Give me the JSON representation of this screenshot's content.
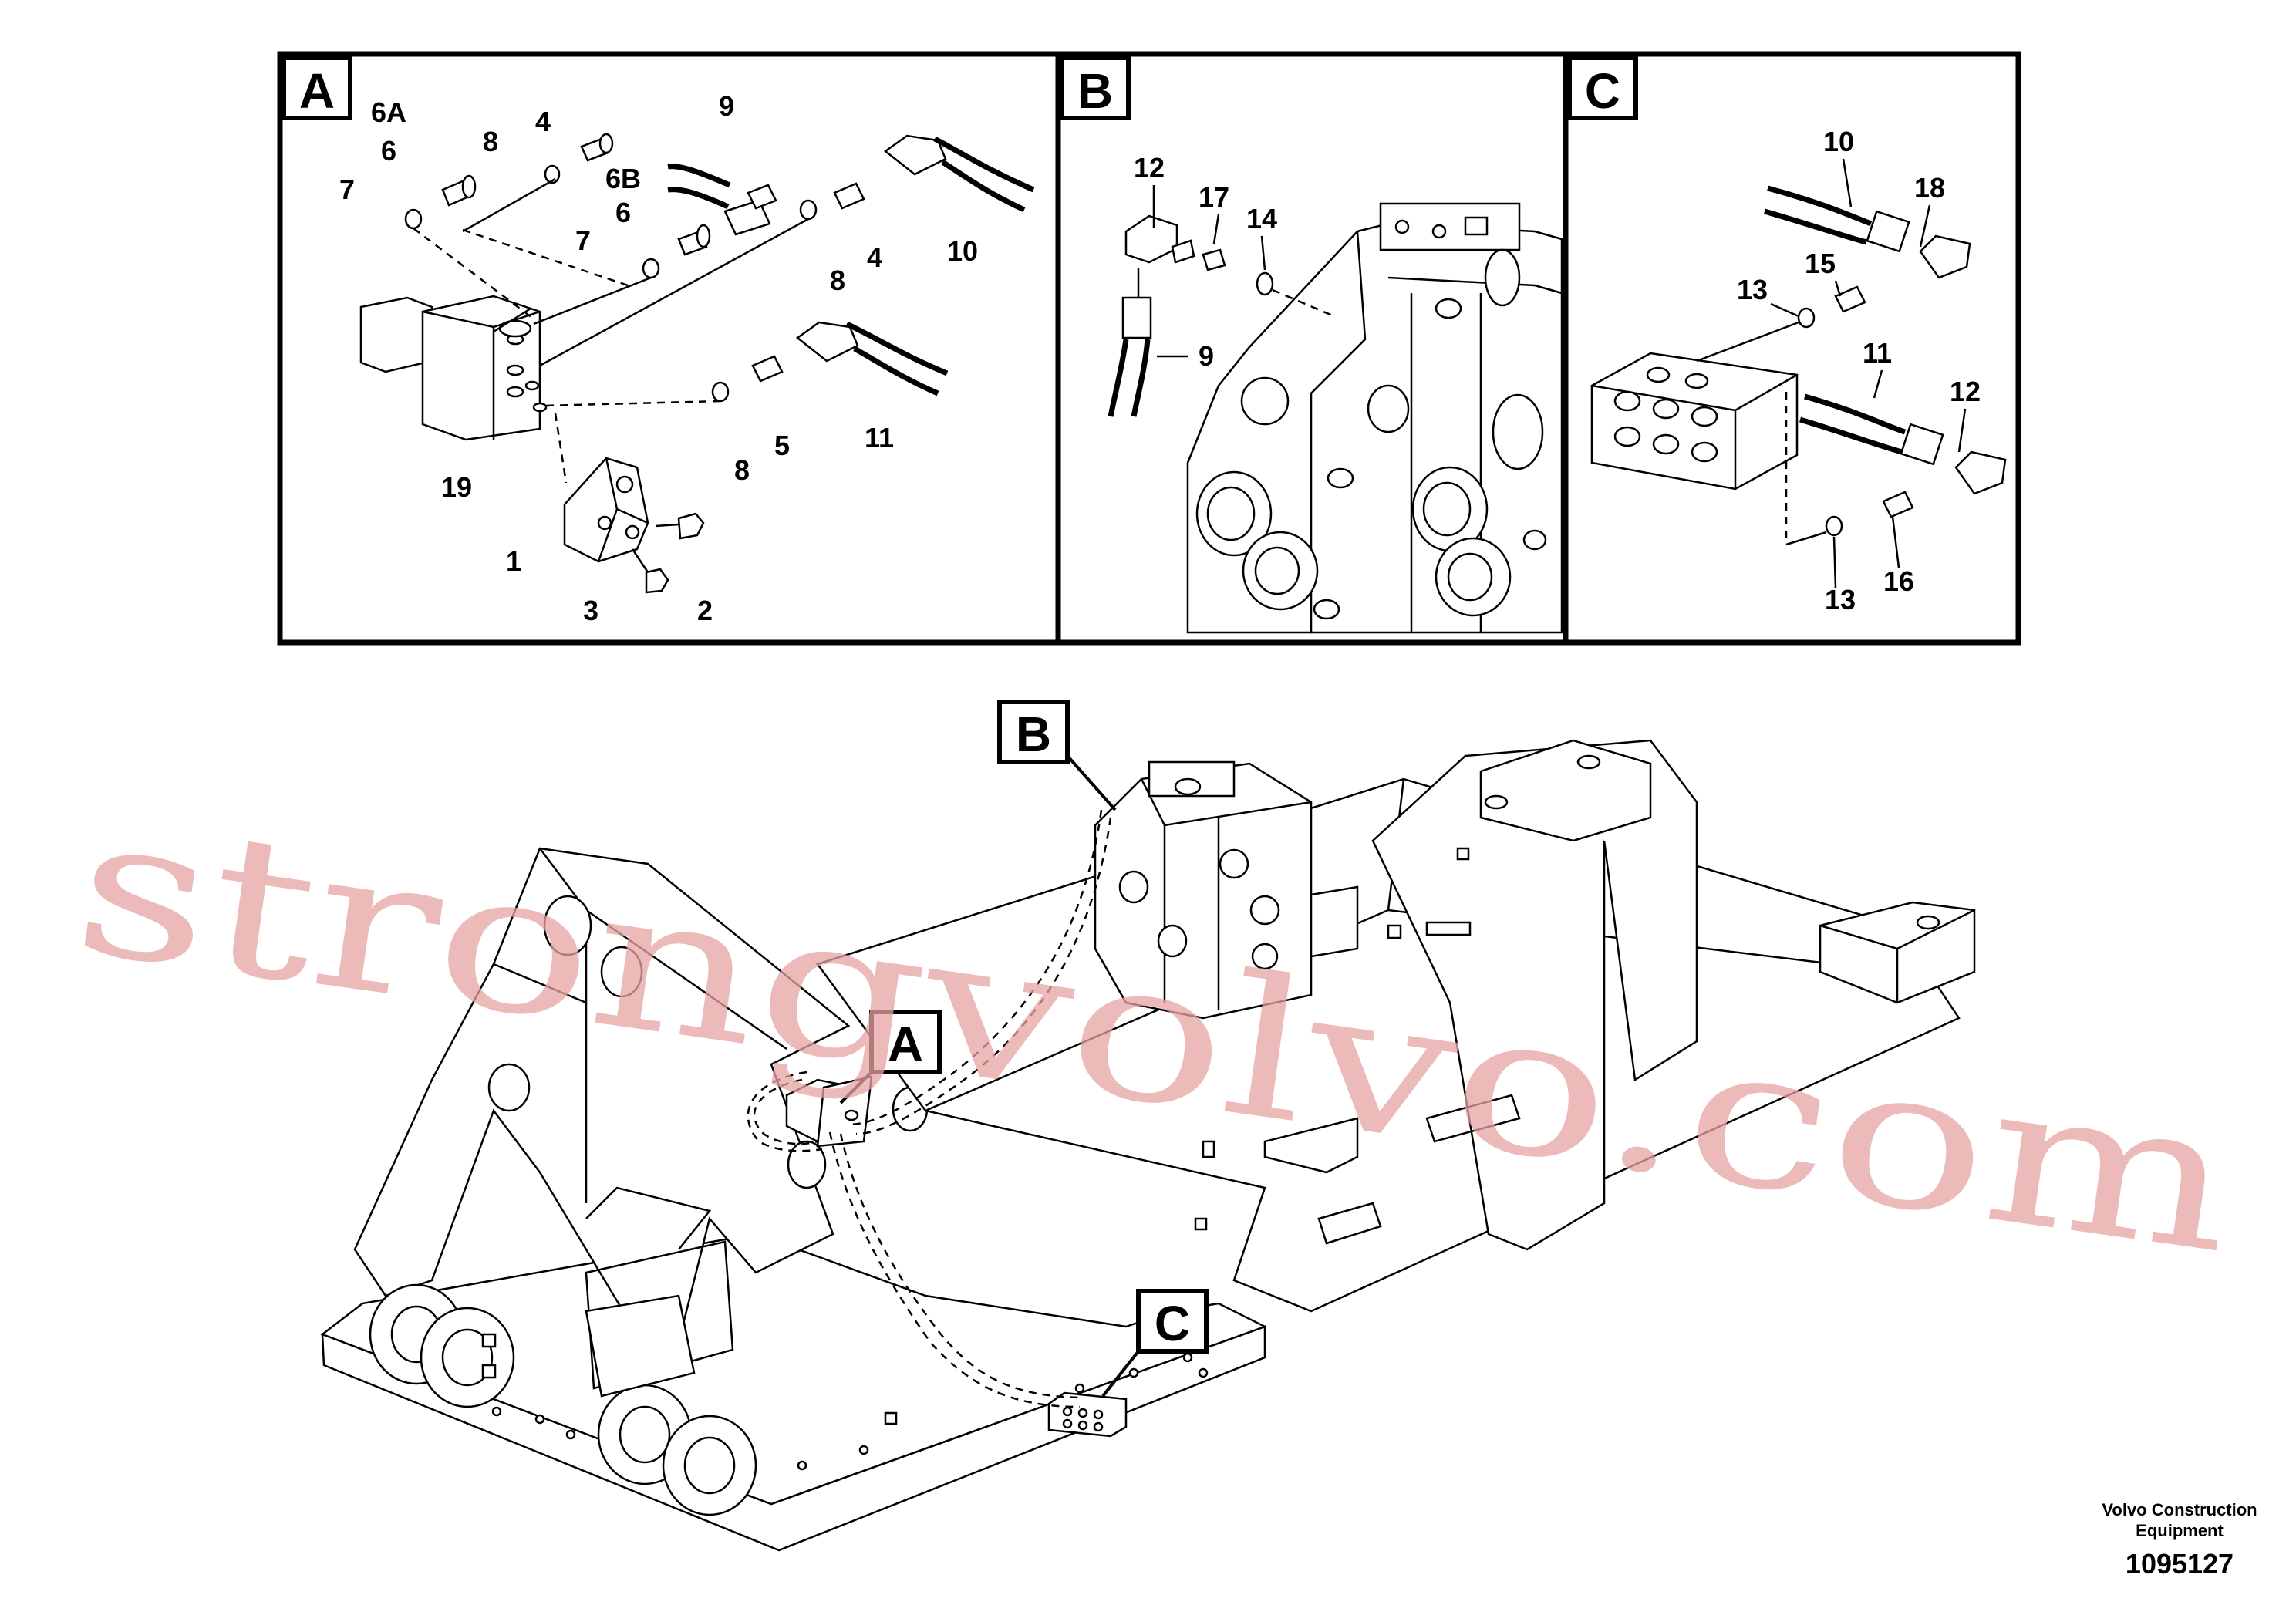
{
  "panels": {
    "a": {
      "letter": "A",
      "labels": {
        "l6A": "6A",
        "l6": "6",
        "l4": "4",
        "l8": "8",
        "l9": "9",
        "l7": "7",
        "l6B": "6B",
        "l6b": "6",
        "l7b": "7",
        "l8b": "8",
        "l4b": "4",
        "l10": "10",
        "l19": "19",
        "l8c": "8",
        "l5": "5",
        "l11": "11",
        "l1": "1",
        "l3": "3",
        "l2": "2"
      }
    },
    "b": {
      "letter": "B",
      "labels": {
        "l12": "12",
        "l17": "17",
        "l14": "14",
        "l9": "9"
      }
    },
    "c": {
      "letter": "C",
      "labels": {
        "l10": "10",
        "l18": "18",
        "l15": "15",
        "l13": "13",
        "l11": "11",
        "l12": "12",
        "l13b": "13",
        "l16": "16"
      }
    }
  },
  "callouts": {
    "a": "A",
    "b": "B",
    "c": "C"
  },
  "watermark": "strongvolvo.com",
  "footer": {
    "company_line1": "Volvo Construction",
    "company_line2": "Equipment",
    "drawing_number": "1095127"
  }
}
